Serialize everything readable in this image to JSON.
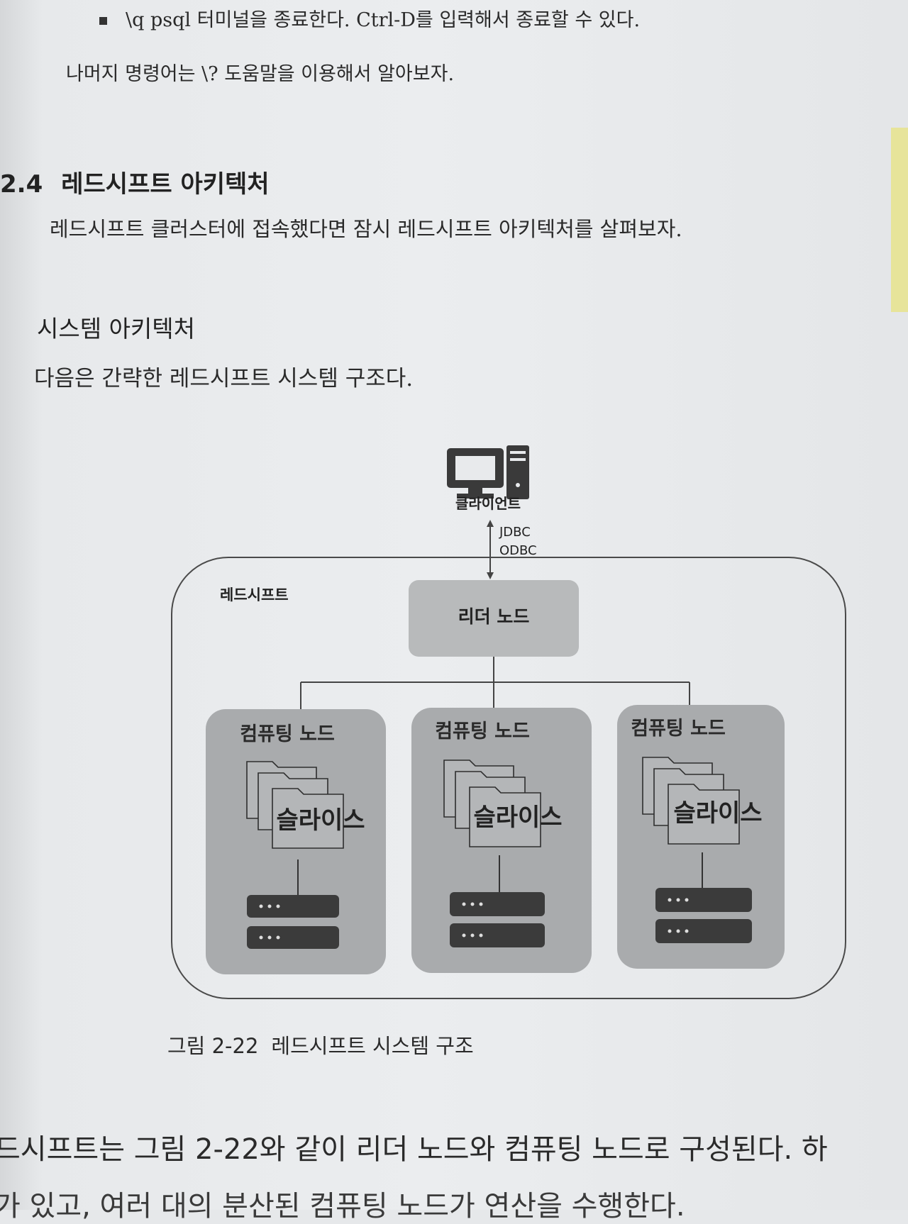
{
  "text": {
    "bullet": "\\q psql 터미널을 종료한다. Ctrl-D를 입력해서 종료할 수 있다.",
    "para1": "나머지 명령어는 \\? 도움말을 이용해서 알아보자.",
    "section_number": "2.4",
    "section_title": "레드시프트 아키텍처",
    "section_intro": "레드시프트 클러스터에 접속했다면 잠시 레드시프트 아키텍처를 살펴보자.",
    "subsection_title": "시스템 아키텍처",
    "subsection_intro": "다음은 간략한 레드시프트 시스템 구조다.",
    "body_line1": "드시프트는 그림 2-22와 같이 리더 노드와 컴퓨팅 노드로 구성된다. 하",
    "body_line2": "가 있고, 여러 대의 분산된 컴퓨팅 노드가 연산을 수행한다."
  },
  "diagram": {
    "client_label": "클라이언트",
    "protocols": [
      "JDBC",
      "ODBC"
    ],
    "cluster_label": "레드시프트",
    "leader_label": "리더 노드",
    "compute_nodes": [
      {
        "label": "컴퓨팅 노드",
        "slice_label": "슬라이스"
      },
      {
        "label": "컴퓨팅 노드",
        "slice_label": "슬라이스"
      },
      {
        "label": "컴퓨팅 노드",
        "slice_label": "슬라이스"
      }
    ]
  },
  "caption": {
    "number": "그림 2-22",
    "title": "레드시프트 시스템 구조"
  }
}
